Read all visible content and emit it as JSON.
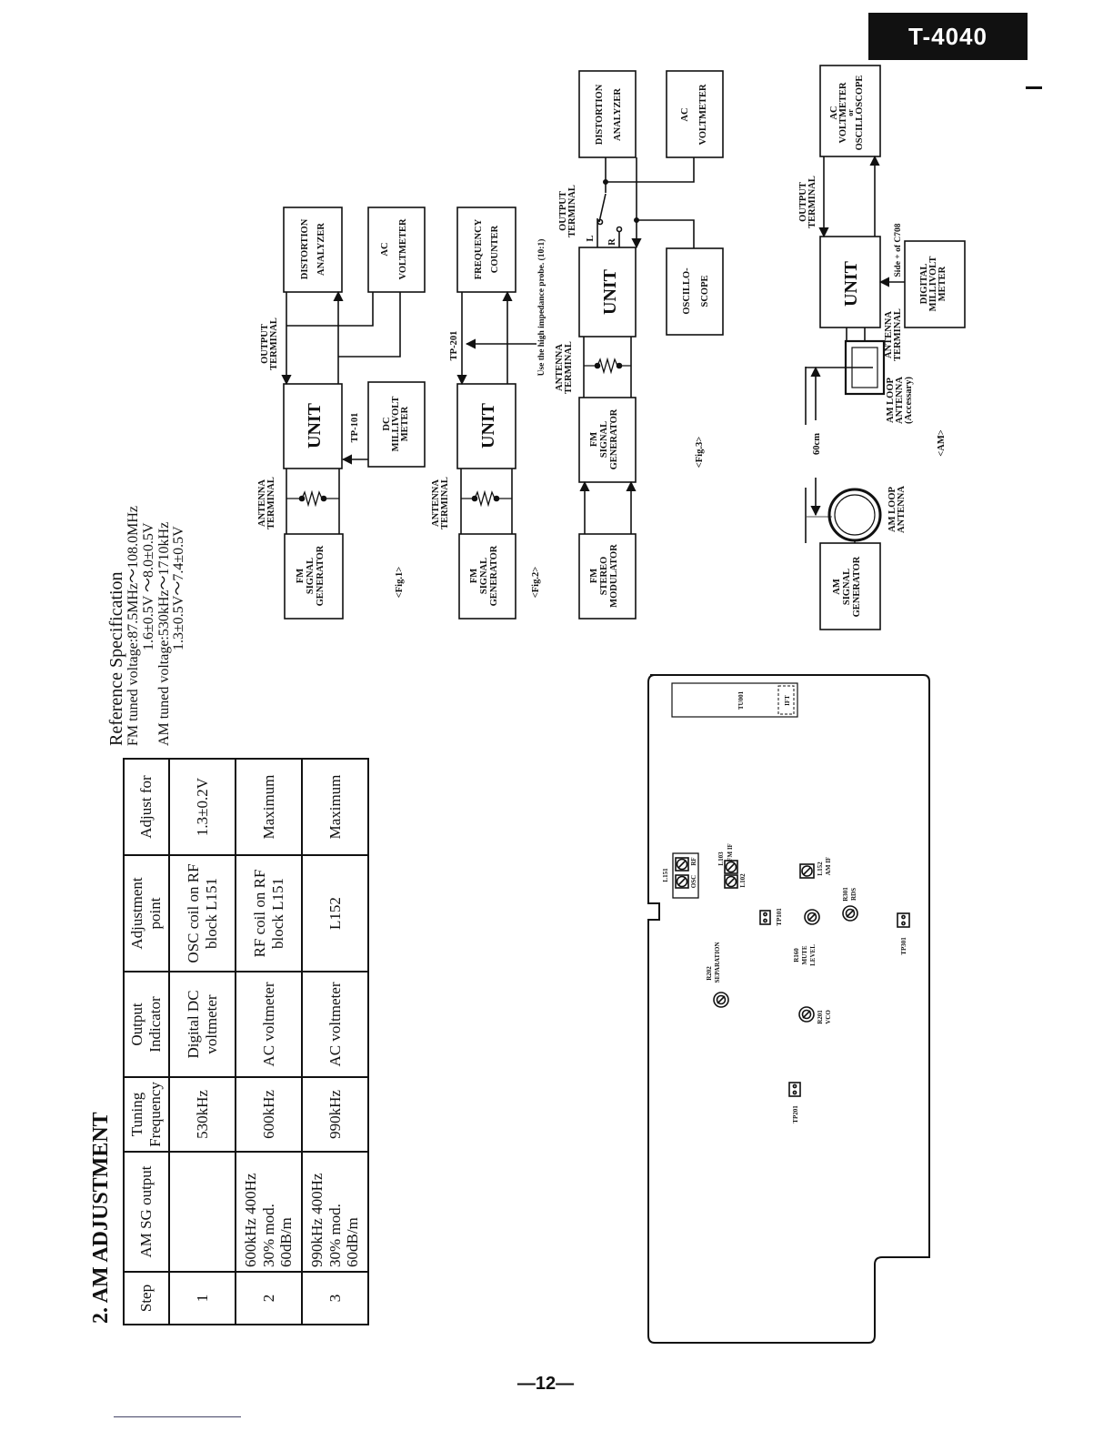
{
  "header": {
    "model": "T-4040"
  },
  "page_number": "—12—",
  "section": {
    "title": "2. AM ADJUSTMENT",
    "columns": [
      "Step",
      "AM SG output",
      "Tuning Frequency",
      "Output Indicator",
      "Adjustment point",
      "Adjust for"
    ],
    "rows": [
      {
        "step": "1",
        "sg": "",
        "freq": "530kHz",
        "indicator": "Digital DC voltmeter",
        "point": "OSC coil on RF block L151",
        "adjust": "1.3±0.2V"
      },
      {
        "step": "2",
        "sg": "600kHz 400Hz 30% mod. 60dB/m",
        "freq": "600kHz",
        "indicator": "AC voltmeter",
        "point": "RF coil on RF block L151",
        "adjust": "Maximum"
      },
      {
        "step": "3",
        "sg": "990kHz 400Hz 30% mod. 60dB/m",
        "freq": "990kHz",
        "indicator": "AC voltmeter",
        "point": "L152",
        "adjust": "Maximum"
      }
    ]
  },
  "reference": {
    "title": "Reference Specification",
    "fm_line": "FM tuned voltage:87.5MHz～108.0MHz",
    "fm_values": "1.6±0.5V ～8.0±0.5V",
    "am_line": "AM tuned voltage:530kHz～1710kHz",
    "am_values": "1.3±0.5V～7.4±0.5V"
  },
  "fig1": {
    "caption": "<Fig.1>",
    "generator": [
      "FM",
      "SIGNAL",
      "GENERATOR"
    ],
    "antenna": [
      "ANTENNA",
      "TERMINAL"
    ],
    "unit": "UNIT",
    "output": [
      "OUTPUT",
      "TERMINAL"
    ],
    "distortion": [
      "DISTORTION",
      "ANALYZER"
    ],
    "ac": [
      "AC",
      "VOLTMETER"
    ],
    "tp": "TP-101",
    "dc": [
      "DC",
      "MILLIVOLT",
      "METER"
    ]
  },
  "fig2": {
    "caption": "<Fig.2>",
    "generator": [
      "FM",
      "SIGNAL",
      "GENERATOR"
    ],
    "antenna": [
      "ANTENNA",
      "TERMINAL"
    ],
    "unit": "UNIT",
    "tp": "TP-201",
    "counter": [
      "FREQUENCY",
      "COUNTER"
    ],
    "probe": "Use the high impedance probe. (10:1)"
  },
  "fig3": {
    "caption": "<Fig.3>",
    "modulator": [
      "FM",
      "STEREO",
      "MODULATOR"
    ],
    "generator": [
      "FM",
      "SIGNAL",
      "GENERATOR"
    ],
    "antenna": [
      "ANTENNA",
      "TERMINAL"
    ],
    "unit": "UNIT",
    "output": [
      "OUTPUT",
      "TERMINAL"
    ],
    "l": "L",
    "r": "R",
    "scope": [
      "OSCILLO-",
      "SCOPE"
    ],
    "distortion": [
      "DISTORTION",
      "ANALYZER"
    ],
    "ac": [
      "AC",
      "VOLTMETER"
    ]
  },
  "am_fig": {
    "caption": "<AM>",
    "generator": [
      "AM",
      "SIGNAL",
      "GENERATOR"
    ],
    "loop1": [
      "AM LOOP",
      "ANTENNA"
    ],
    "distance": "60cm",
    "loop2": [
      "AM LOOP",
      "ANTENNA",
      "(Accessary)"
    ],
    "antenna": [
      "ANTENNA",
      "TERMINAL"
    ],
    "unit": "UNIT",
    "output": [
      "OUTPUT",
      "TERMINAL"
    ],
    "meter": [
      "AC",
      "VOLTMETER",
      "or",
      "OSCILLOSCOPE"
    ],
    "side": "Side + of C708",
    "digital": [
      "DIGITAL",
      "MILLIVOLT",
      "METER"
    ]
  },
  "pcb": {
    "labels": {
      "tu001": "TU001",
      "ift": "IFT",
      "l151": "L151",
      "osc": "OSC",
      "rf": "RF",
      "l103": "L103",
      "fmif": "FM IF",
      "l102": "L102",
      "tp101": "TP101",
      "l152": "L152",
      "amif": "AM IF",
      "r301": "R301",
      "rds": "RDS",
      "r160": "R160",
      "mute": "MUTE",
      "level": "LEVEL",
      "tp301": "TP301",
      "r202": "R202",
      "separation": "SEPARATION",
      "r201": "R201",
      "vco": "VCO",
      "tp201": "TP201"
    }
  }
}
